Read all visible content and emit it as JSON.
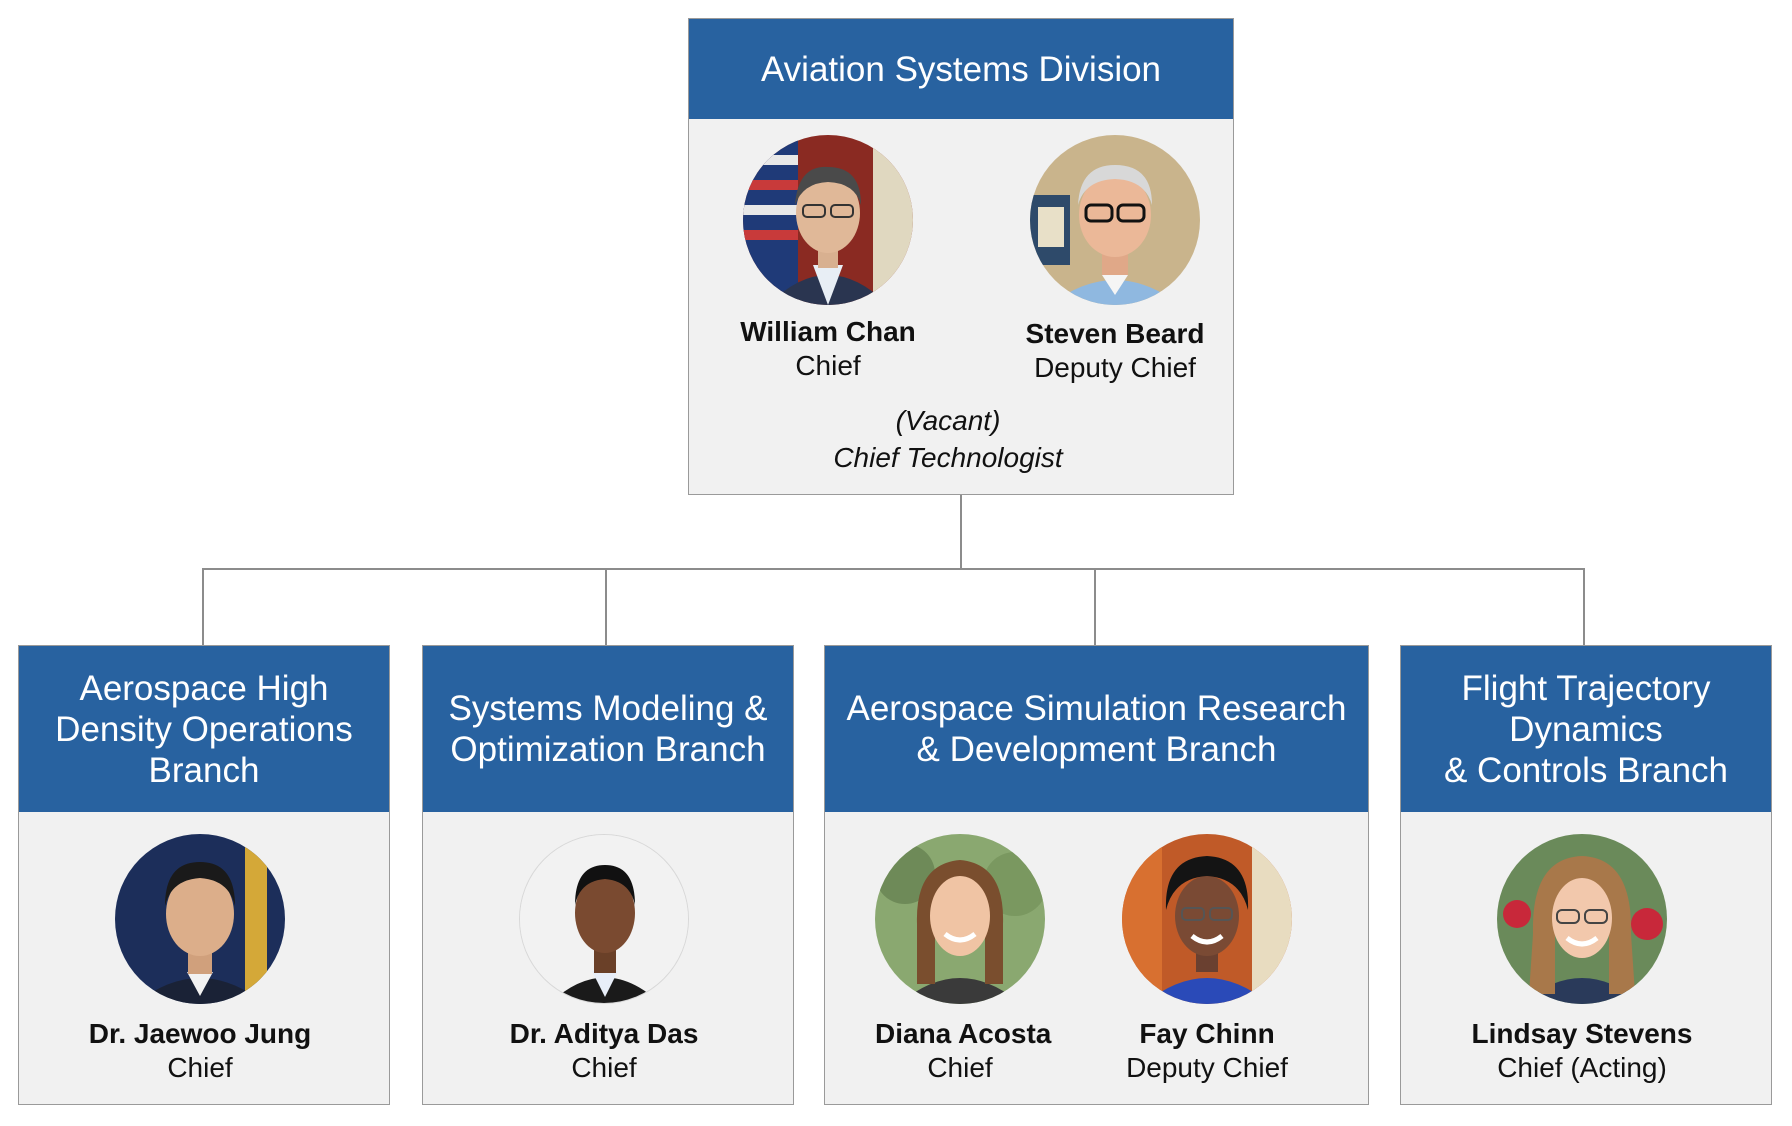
{
  "division": {
    "name": "Aviation Systems Division",
    "people": [
      {
        "name": "William Chan",
        "title": "Chief"
      },
      {
        "name": "Steven Beard",
        "title": "Deputy Chief"
      }
    ],
    "vacant": {
      "status": "(Vacant)",
      "title": "Chief Technologist"
    }
  },
  "branches": [
    {
      "name_lines": [
        "Aerospace High",
        "Density Operations",
        "Branch"
      ],
      "people": [
        {
          "name": "Dr. Jaewoo Jung",
          "title": "Chief"
        }
      ]
    },
    {
      "name_lines": [
        "Systems Modeling &",
        "Optimization Branch"
      ],
      "people": [
        {
          "name": "Dr. Aditya Das",
          "title": "Chief"
        }
      ]
    },
    {
      "name_lines": [
        "Aerospace Simulation Research",
        "& Development Branch"
      ],
      "people": [
        {
          "name": "Diana Acosta",
          "title": "Chief"
        },
        {
          "name": "Fay Chinn",
          "title": "Deputy Chief"
        }
      ]
    },
    {
      "name_lines": [
        "Flight Trajectory",
        "Dynamics",
        "& Controls Branch"
      ],
      "people": [
        {
          "name": "Lindsay Stevens",
          "title": "Chief (Acting)"
        }
      ]
    }
  ],
  "colors": {
    "header": "#2862a0",
    "box": "#f1f1f1",
    "connector": "#8c8c8c"
  }
}
